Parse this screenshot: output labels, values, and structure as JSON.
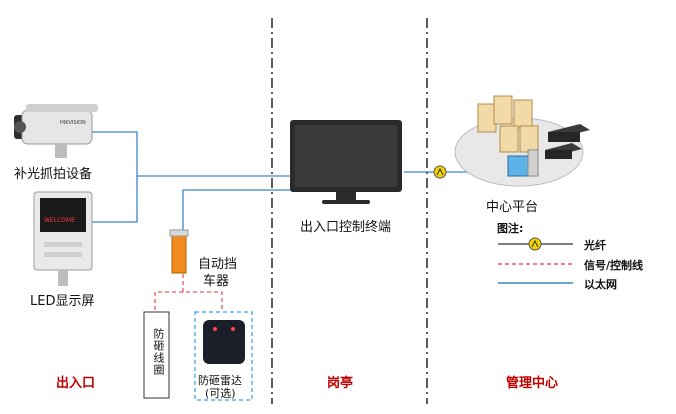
{
  "labels": {
    "camera": "补光抓拍设备",
    "led": "LED显示屏",
    "barrier_line1": "自动挡",
    "barrier_line2": "车器",
    "terminal": "出入口控制终端",
    "center": "中心平台",
    "loop": "防砸线圈",
    "radar_line1": "防砸雷达",
    "radar_line2": "(可选)",
    "camera_brand": "HIKVISION",
    "led_screen_text": "WELCOME"
  },
  "zones": {
    "entrance": "出入口",
    "booth": "岗亭",
    "management": "管理中心"
  },
  "legend": {
    "title": "图注:",
    "fiber": "光纤",
    "signal": "信号/控制线",
    "ethernet": "以太网"
  },
  "colors": {
    "ethernet": "#3b86c8",
    "signal": "#e0393e",
    "zone_text": "#c00000",
    "fiber_icon": "#f2d400"
  }
}
